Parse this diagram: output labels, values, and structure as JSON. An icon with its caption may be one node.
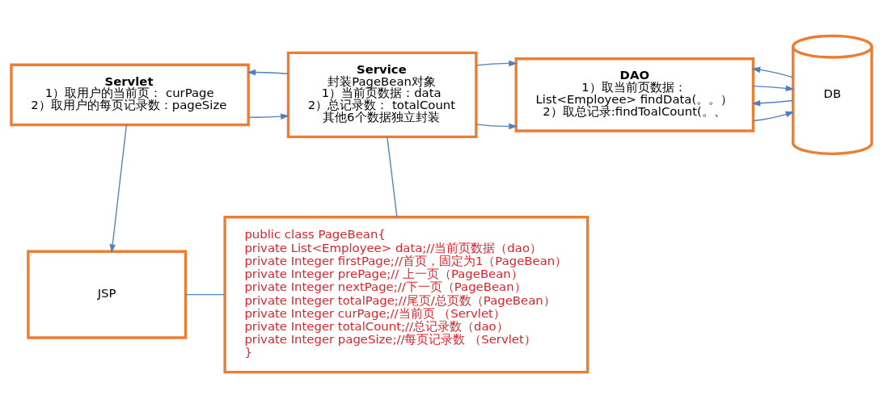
{
  "diagram": {
    "nodes": [
      {
        "text": [
          "Servlet",
          "1）取用户的当前页： curPage",
          "2）取用户的每页记录数：pageSize"
        ]
      },
      {
        "text": [
          "Service",
          "封装PageBean对象",
          "1）当前页数据：data",
          "2）总记录数： totalCount",
          "其他6个数据独立封装"
        ]
      },
      {
        "text": [
          "DAO",
          "1）取当前页数据：",
          "List<Employee> findData(。。）",
          "2）取总记录:findToalCount(。、"
        ]
      },
      {
        "text": [
          "DB"
        ]
      },
      {
        "text": [
          "JSP"
        ]
      },
      {
        "text": [
          "public class PageBean{",
          "private List<Employee> data;//当前页数据（dao）",
          "private Integer firstPage;//首页，固定为1（PageBean）",
          "private Integer prePage;// 上一页（PageBean）",
          "private Integer nextPage;//下一页（PageBean）",
          "private Integer totalPage;//尾页/总页数（PageBean）",
          "private Integer curPage;//当前页 （Servlet）",
          "private Integer totalCount;//总记录数（dao）",
          "private Integer pageSize;//每页记录数 （Servlet）",
          "}"
        ]
      }
    ],
    "edges": [
      {
        "from": 0,
        "to": 1,
        "arrow": "to"
      },
      {
        "from": 1,
        "to": 0,
        "arrow": "to"
      },
      {
        "from": 1,
        "to": 2,
        "arrow": "to"
      },
      {
        "from": 1,
        "to": 2,
        "arrow": "to"
      },
      {
        "from": 2,
        "to": 3,
        "arrow": "to"
      },
      {
        "from": 3,
        "to": 2,
        "arrow": "to"
      },
      {
        "from": 2,
        "to": 3,
        "arrow": "to"
      },
      {
        "from": 3,
        "to": 2,
        "arrow": "to"
      },
      {
        "from": 0,
        "to": 4,
        "arrow": "to"
      },
      {
        "from": 1,
        "to": 5,
        "arrow": "none"
      },
      {
        "from": 4,
        "to": 5,
        "arrow": "none"
      }
    ]
  }
}
